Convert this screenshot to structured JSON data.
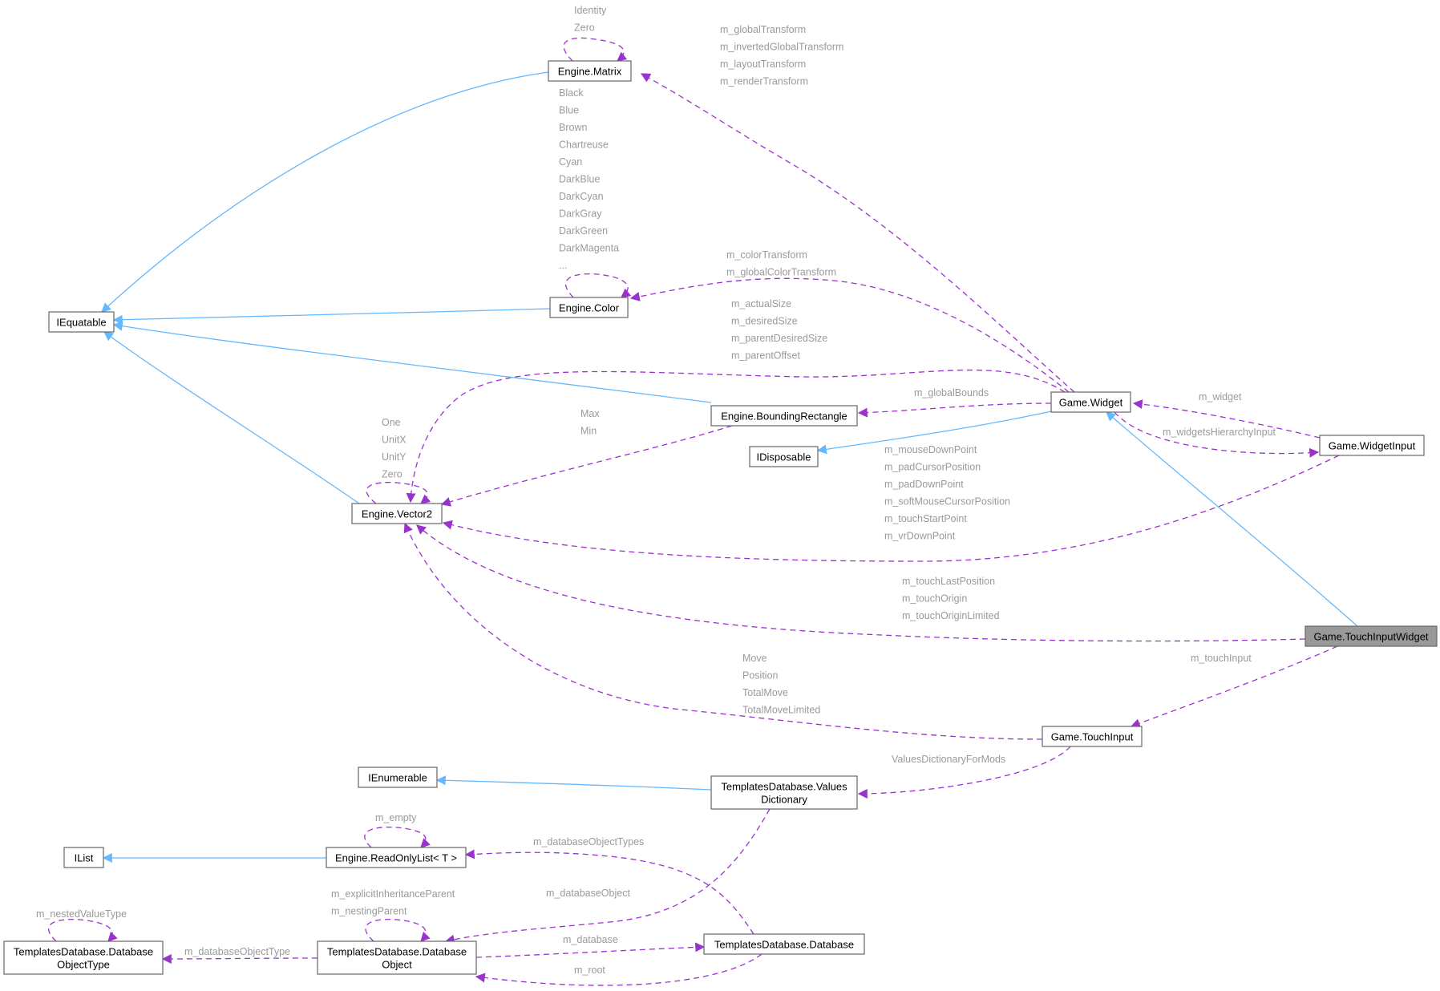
{
  "colors": {
    "inheritance": "#63b8ff",
    "usage": "#9a32cd",
    "label": "#9a9a9a",
    "highlight": "#999999"
  },
  "nodes": {
    "matrix": [
      "Engine.Matrix"
    ],
    "iequatable": [
      "IEquatable"
    ],
    "color": [
      "Engine.Color"
    ],
    "bounding": [
      "Engine.BoundingRectangle"
    ],
    "widget": [
      "Game.Widget"
    ],
    "idisposable": [
      "IDisposable"
    ],
    "widgetinput": [
      "Game.WidgetInput"
    ],
    "vector2": [
      "Engine.Vector2"
    ],
    "touchinputwidget": [
      "Game.TouchInputWidget"
    ],
    "touchinput": [
      "Game.TouchInput"
    ],
    "ienumerable": [
      "IEnumerable"
    ],
    "valuesdict": [
      "TemplatesDatabase.Values",
      "Dictionary"
    ],
    "ilist": [
      "IList"
    ],
    "readonlylist": [
      "Engine.ReadOnlyList< T >"
    ],
    "dbobjecttype": [
      "TemplatesDatabase.Database",
      "ObjectType"
    ],
    "dbobject": [
      "TemplatesDatabase.Database",
      "Object"
    ],
    "database": [
      "TemplatesDatabase.Database"
    ]
  },
  "edge_labels": {
    "matrix_self": [
      "Identity",
      "Zero"
    ],
    "widget_matrix": [
      "m_globalTransform",
      "m_invertedGlobalTransform",
      "m_layoutTransform",
      "m_renderTransform"
    ],
    "color_self": [
      "Black",
      "Blue",
      "Brown",
      "Chartreuse",
      "Cyan",
      "DarkBlue",
      "DarkCyan",
      "DarkGray",
      "DarkGreen",
      "DarkMagenta",
      "..."
    ],
    "widget_color": [
      "m_colorTransform",
      "m_globalColorTransform"
    ],
    "widget_vector2": [
      "m_actualSize",
      "m_desiredSize",
      "m_parentDesiredSize",
      "m_parentOffset"
    ],
    "widget_bounding": [
      "m_globalBounds"
    ],
    "widgetinput_widget": [
      "m_widget"
    ],
    "widget_widgetinput": [
      "m_widgetsHierarchyInput"
    ],
    "bounding_vector2": [
      "Max",
      "Min"
    ],
    "vector2_self": [
      "One",
      "UnitX",
      "UnitY",
      "Zero"
    ],
    "widgetinput_vector2": [
      "m_mouseDownPoint",
      "m_padCursorPosition",
      "m_padDownPoint",
      "m_softMouseCursorPosition",
      "m_touchStartPoint",
      "m_vrDownPoint"
    ],
    "touchinputwidget_vector2": [
      "m_touchLastPosition",
      "m_touchOrigin",
      "m_touchOriginLimited"
    ],
    "touchinputwidget_touchinput": [
      "m_touchInput"
    ],
    "touchinput_vector2": [
      "Move",
      "Position",
      "TotalMove",
      "TotalMoveLimited"
    ],
    "touchinput_valuesdict": [
      "ValuesDictionaryForMods"
    ],
    "readonlylist_self": [
      "m_empty"
    ],
    "database_readonlylist": [
      "m_databaseObjectTypes"
    ],
    "valuesdict_dbobject": [
      "m_databaseObject"
    ],
    "dbobject_self": [
      "m_explicitInheritanceParent",
      "m_nestingParent"
    ],
    "dbobjecttype_self": [
      "m_nestedValueType"
    ],
    "dbobject_dbobjecttype": [
      "m_databaseObjectType"
    ],
    "dbobject_database": [
      "m_database"
    ],
    "database_dbobject": [
      "m_root"
    ]
  }
}
